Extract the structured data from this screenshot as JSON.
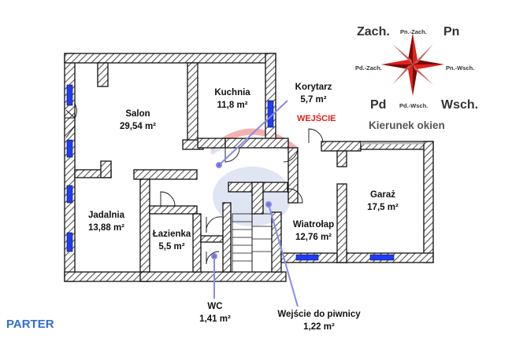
{
  "floor": "PARTER",
  "entrance": "WEJŚCIE",
  "rooms": {
    "salon": {
      "name": "Salon",
      "area": "29,54 m²"
    },
    "kuchnia": {
      "name": "Kuchnia",
      "area": "11,8 m²"
    },
    "korytarz": {
      "name": "Korytarz",
      "area": "5,7 m²"
    },
    "jadalnia": {
      "name": "Jadalnia",
      "area": "13,88 m²"
    },
    "lazienka": {
      "name": "Łazienka",
      "area": "5,5 m²"
    },
    "wiatrolap": {
      "name": "Wiatrołap",
      "area": "12,76 m²"
    },
    "garaz": {
      "name": "Garaż",
      "area": "17,5 m²"
    },
    "wc": {
      "name": "WC",
      "area": "1,41 m²"
    },
    "piwnica": {
      "name": "Wejście do piwnicy",
      "area": "1,22 m²"
    }
  },
  "compass": {
    "title": "Kierunek okien",
    "pn": "Pn",
    "wsch": "Wsch.",
    "pd": "Pd",
    "zach": "Zach.",
    "pn_zach": "Pn.-Zach.",
    "pn_wsch": "Pn.-Wsch.",
    "pd_zach": "Pd.-Zach.",
    "pd_wsch": "Pd.-Wsch."
  },
  "colors": {
    "wall_outline": "#111111",
    "wall_hatch": "#555555",
    "window": "#1e3cff",
    "pointer": "#8a8ae8",
    "compass_red": "#e0201a",
    "compass_dark": "#7a0a0a",
    "entrance": "#e0201a",
    "floor_label": "#2f6fd0"
  }
}
